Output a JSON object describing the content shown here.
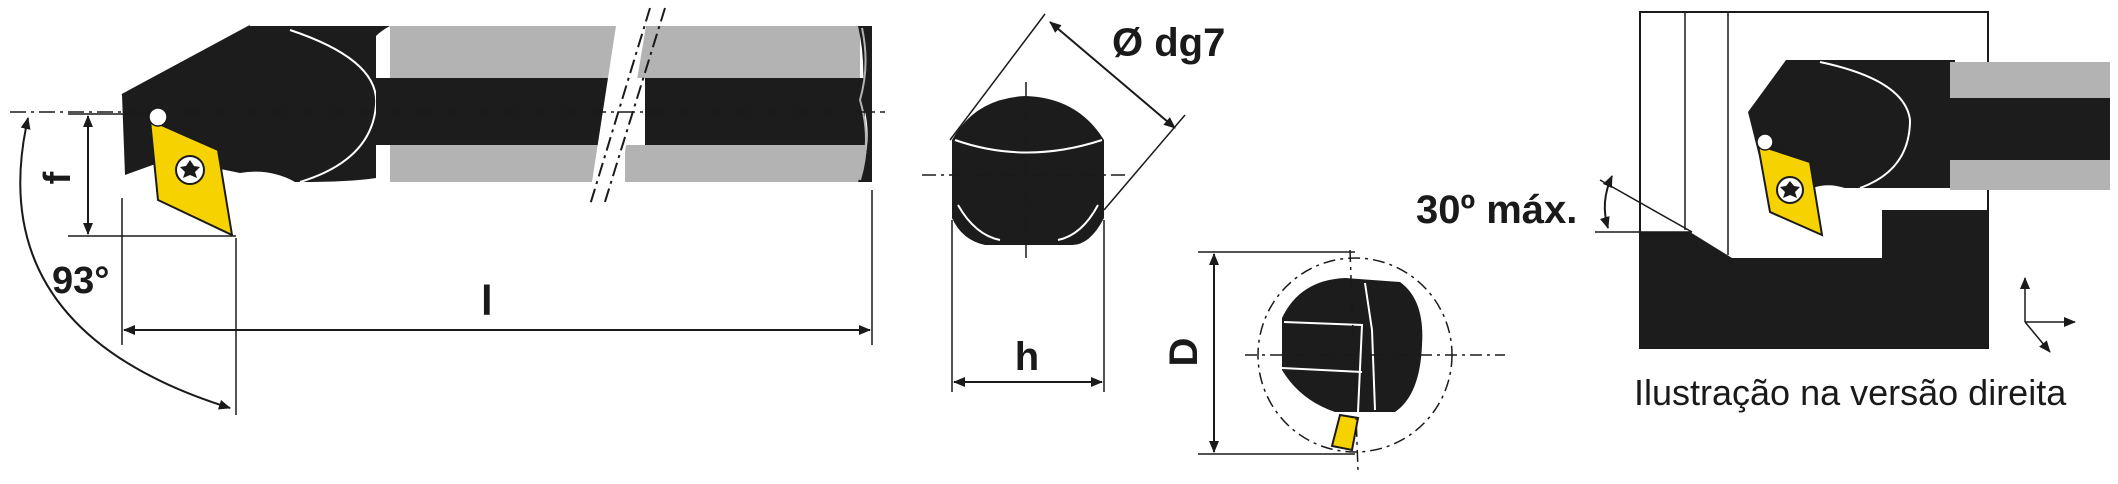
{
  "labels": {
    "dia": "Ø dg7",
    "f": "f",
    "angle": "93°",
    "length": "l",
    "h": "h",
    "D": "D",
    "max_angle": "30º máx.",
    "caption": "Ilustração na versão direita"
  },
  "colors": {
    "body": "#1c1c1c",
    "shank_grey": "#b3b3b3",
    "insert": "#f6d200",
    "line": "#1a1a1a"
  }
}
